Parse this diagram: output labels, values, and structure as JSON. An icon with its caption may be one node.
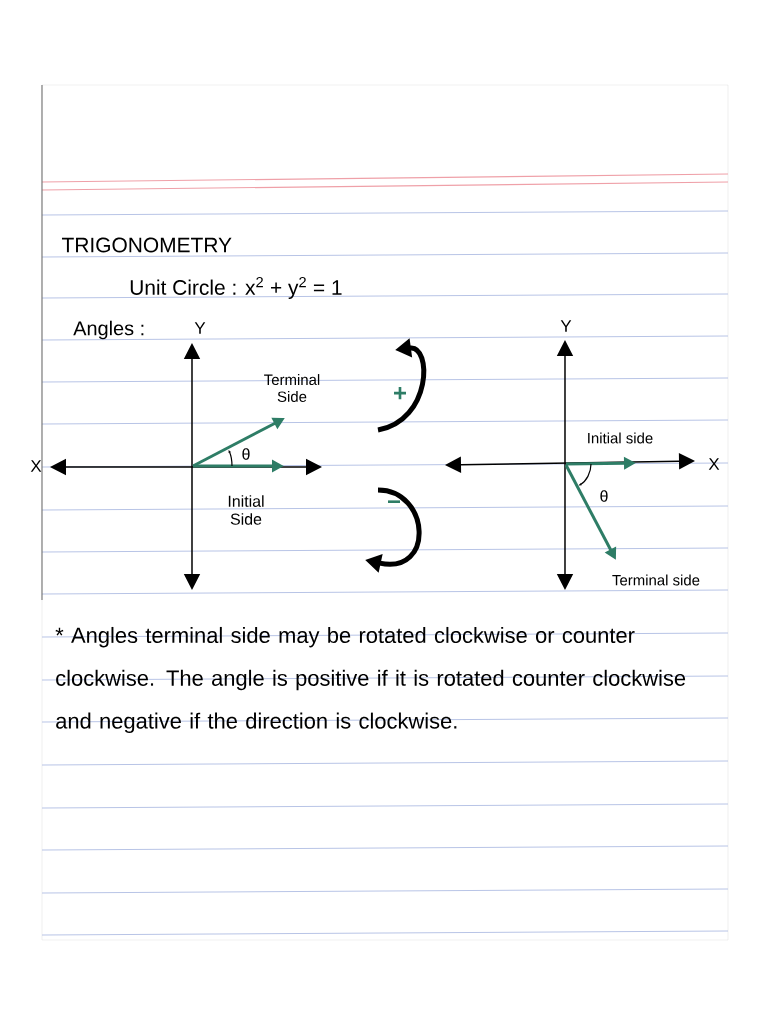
{
  "diagram": {
    "title": "TRIGONOMETRY",
    "labels": [
      "Unit Circle : x$^{2}$ + y$^{2}$ = 1",
      "Angles :",
      "Y",
      "X",
      "Terminal Side",
      "θ",
      "Initial Side",
      "+",
      "−",
      "Y",
      "Initial side",
      "X",
      "θ",
      "Terminal side",
      "* Angles terminal side may be rotated clockwise or counter clockwise. The angle is positive if it is rotated counter clockwise and negative if the direction is clockwise."
    ]
  }
}
